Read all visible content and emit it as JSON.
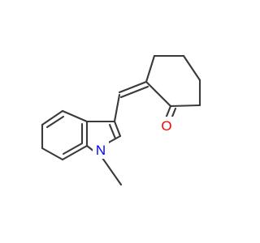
{
  "molecule": {
    "atoms": [
      {
        "id": "a1",
        "element": "O",
        "label": "O",
        "color": "#ff0000"
      },
      {
        "id": "a2",
        "element": "N",
        "label": "N",
        "color": "#0000ff"
      }
    ],
    "bond_color": "#3a3a3a"
  }
}
